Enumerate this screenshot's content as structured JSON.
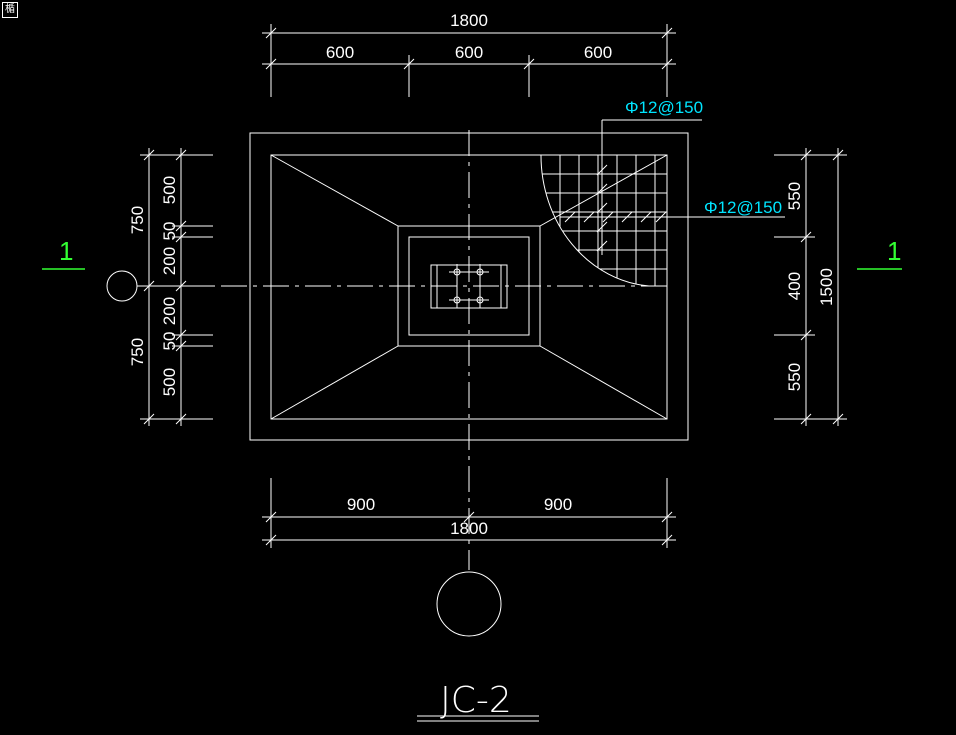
{
  "corner_glyph": "楯",
  "colors": {
    "background": "#000000",
    "lines": "#ffffff",
    "rebar_label": "#00e5ff",
    "section_mark": "#33ff33"
  },
  "top_dims": {
    "total": "1800",
    "seg1": "600",
    "seg2": "600",
    "seg3": "600"
  },
  "bottom_dims": {
    "left": "900",
    "right": "900",
    "total": "1800"
  },
  "left_dims": {
    "upper_total": "750",
    "upper_a": "500",
    "upper_b": "50",
    "mid_a": "200",
    "mid_b": "200",
    "lower_b": "50",
    "lower_a": "500",
    "lower_total": "750"
  },
  "right_dims": {
    "top": "550",
    "mid": "400",
    "bottom": "550",
    "total": "1500"
  },
  "rebar": {
    "label_1": "Φ12@150",
    "label_2": "Φ12@150"
  },
  "section_marks": {
    "left": "1",
    "right": "1"
  },
  "drawing_title": "JC-2"
}
